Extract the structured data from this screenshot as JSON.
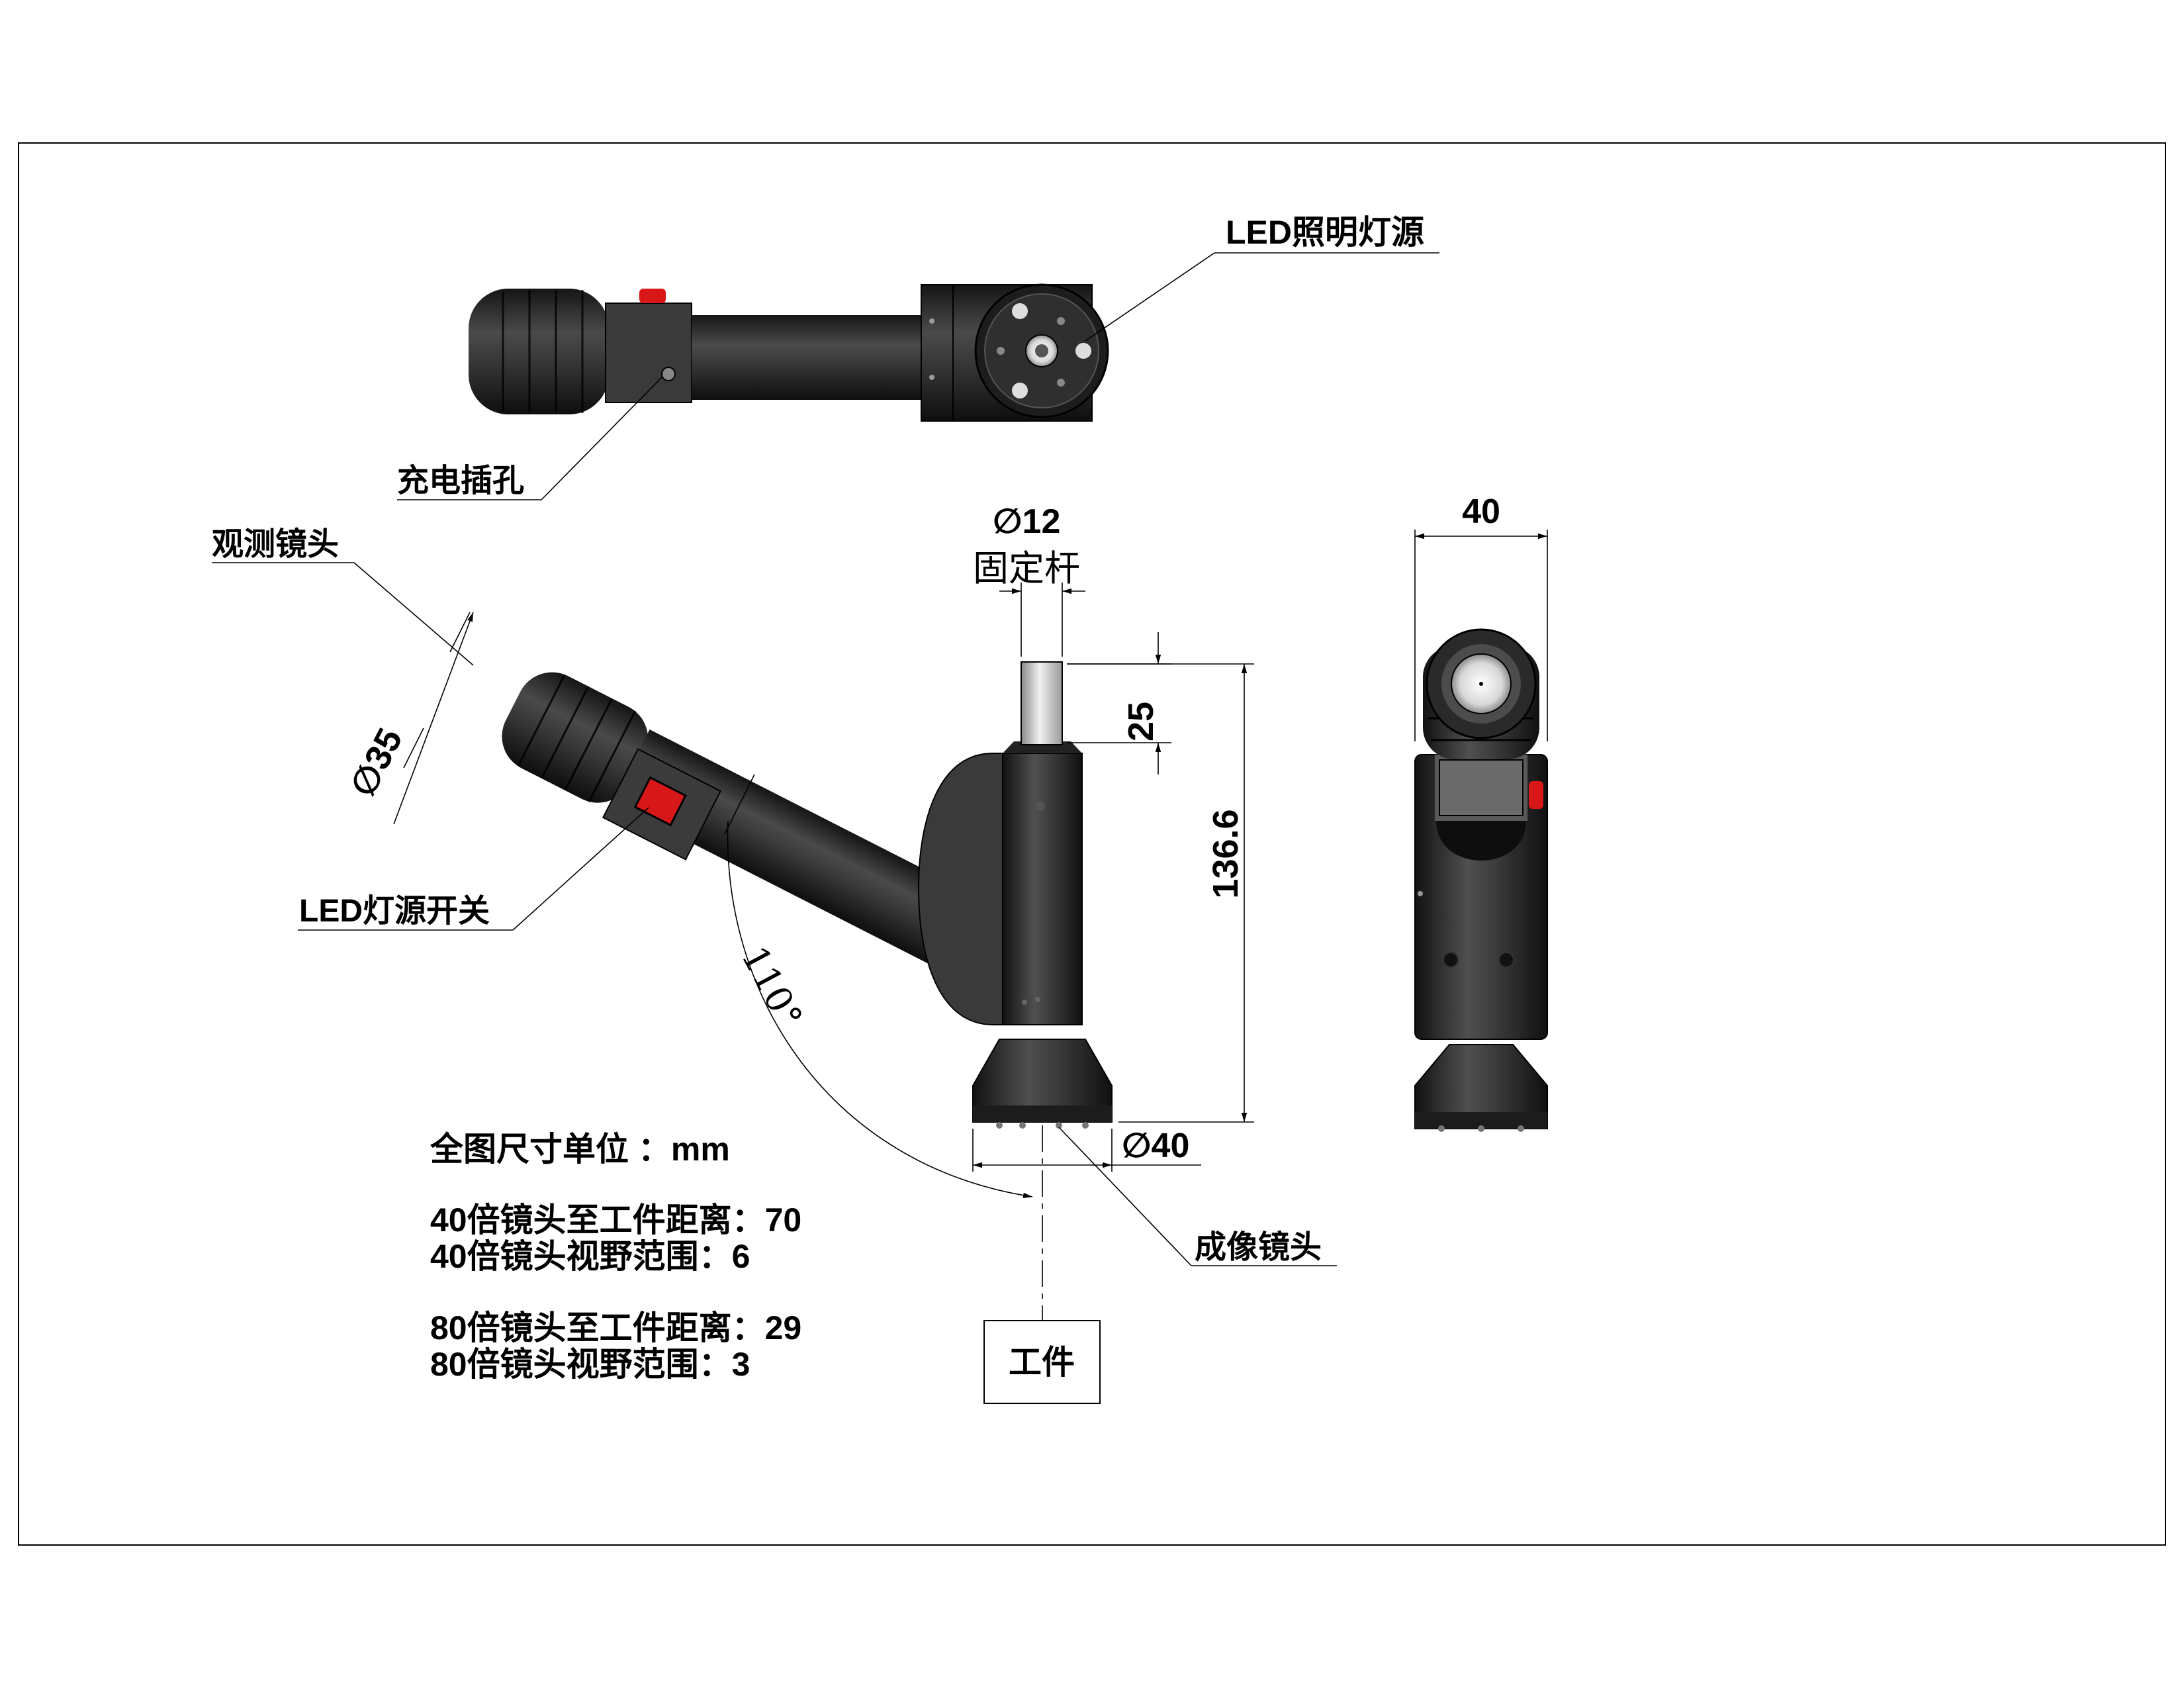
{
  "callouts": {
    "led_light_source": "LED照明灯源",
    "charging_port": "充电插孔",
    "observation_lens": "观测镜头",
    "led_switch": "LED灯源开关",
    "imaging_lens": "成像镜头",
    "fixing_rod": "固定杆",
    "workpiece": "工件"
  },
  "dimensions": {
    "rod_diameter": "∅12",
    "rod_length": "25",
    "lens_diameter": "∅35",
    "total_height": "136.6",
    "base_diameter": "∅40",
    "side_width": "40",
    "angle": "110°"
  },
  "notes": {
    "unit": "全图尺寸单位 ：mm",
    "line_40_distance": "40倍镜头至工件距离：70",
    "line_40_fov": "40倍镜头视野范围：6",
    "line_80_distance": "80倍镜头至工件距离：29",
    "line_80_fov": "80倍镜头视野范围：3"
  },
  "colors": {
    "body": "#2b2b2b",
    "body_dark": "#1a1a1a",
    "switch_red": "#d81818",
    "rod": "#cfcfcf"
  }
}
